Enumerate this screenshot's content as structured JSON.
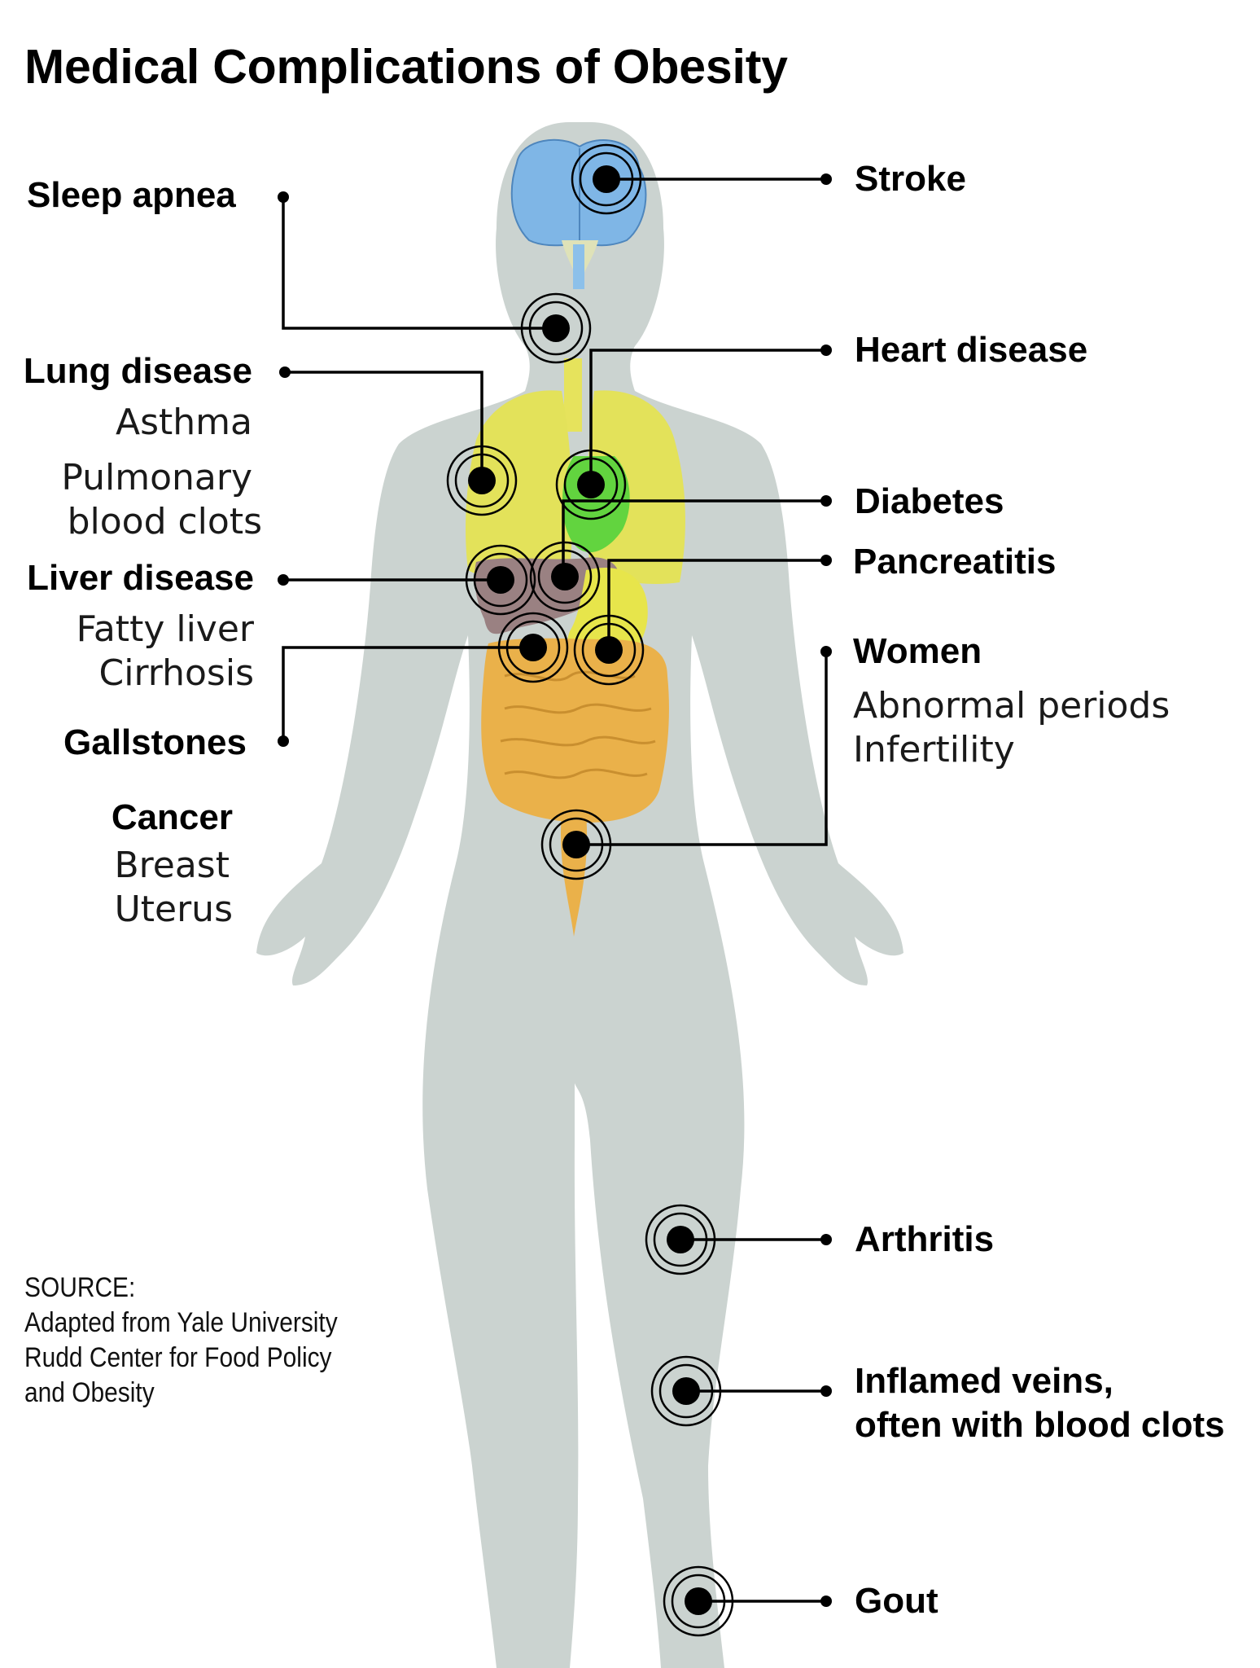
{
  "title": "Medical Complications of Obesity",
  "labels": {
    "stroke": "Stroke",
    "sleep_apnea": "Sleep apnea",
    "heart_disease": "Heart disease",
    "lung_disease": "Lung disease",
    "lung_sub": [
      "Asthma",
      "Pulmonary",
      "blood clots"
    ],
    "diabetes": "Diabetes",
    "pancreatitis": "Pancreatitis",
    "liver_disease": "Liver disease",
    "liver_sub": [
      "Fatty liver",
      "Cirrhosis"
    ],
    "women": "Women",
    "women_sub": [
      "Abnormal periods",
      "Infertility"
    ],
    "gallstones": "Gallstones",
    "cancer": "Cancer",
    "cancer_sub": [
      "Breast",
      "Uterus"
    ],
    "arthritis": "Arthritis",
    "inflamed_veins": [
      "Inflamed veins,",
      "often with blood clots"
    ],
    "gout": "Gout"
  },
  "source": [
    "SOURCE:",
    "Adapted from Yale University",
    "Rudd Center for Food Policy",
    "and Obesity"
  ],
  "colors": {
    "body": "#cbd3d0",
    "brain": "#7fb6e6",
    "lungs": "#e3e25a",
    "heart": "#62d43f",
    "liver": "#9a8182",
    "stomach": "#e7e54b",
    "intestines": "#eab14a",
    "marker": "#000000"
  }
}
